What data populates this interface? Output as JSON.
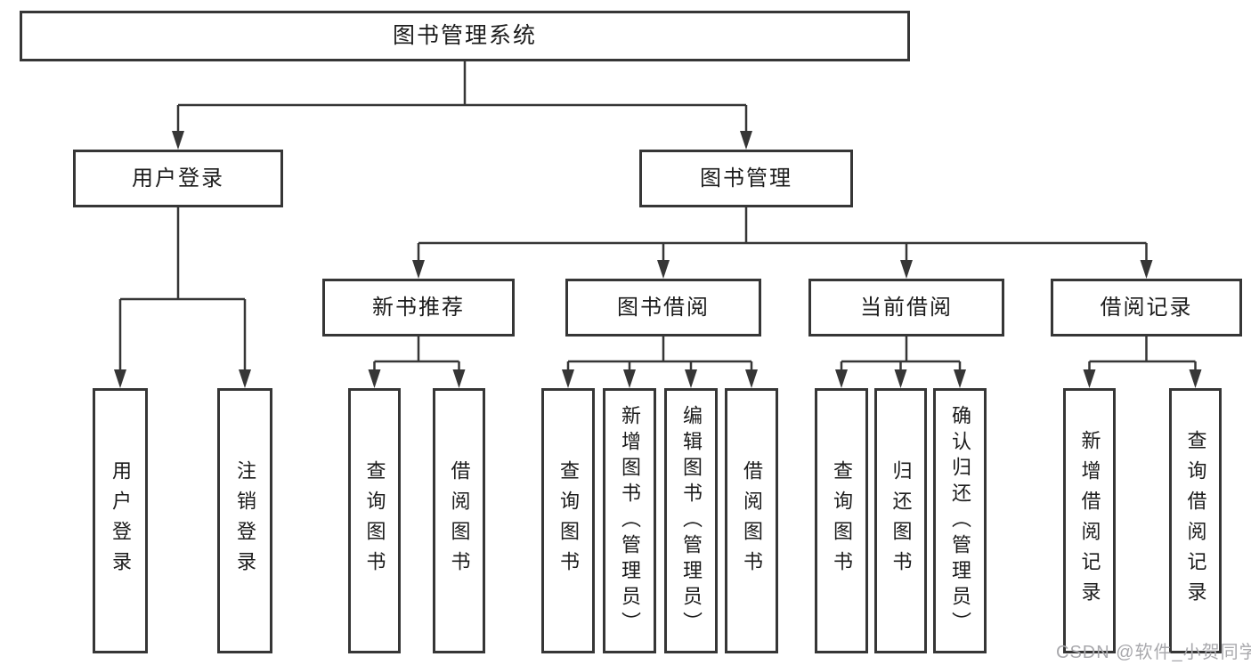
{
  "diagram": {
    "title": "图书管理系统",
    "watermark": "CSDN @软件_小贺同学",
    "colors": {
      "line": "#363636",
      "box_border": "#363636",
      "box_background": "#ffffff",
      "text": "#1c1c1c",
      "watermark": "#a9a9ad"
    },
    "nodes": {
      "root": "图书管理系统",
      "level2": {
        "user_login": "用户登录",
        "book_management": "图书管理"
      },
      "level3": {
        "new_book_recommend": "新书推荐",
        "book_borrow": "图书借阅",
        "current_borrow": "当前借阅",
        "borrow_records": "借阅记录"
      },
      "leaves": {
        "login_user_login": "用户登录",
        "login_logout": "注销登录",
        "recommend_query_book": "查询图书",
        "recommend_borrow_book": "借阅图书",
        "borrow_query_book": "查询图书",
        "borrow_add_book_admin": "新增图书（管理员）",
        "borrow_edit_book_admin": "编辑图书（管理员）",
        "borrow_borrow_book": "借阅图书",
        "current_query_book": "查询图书",
        "current_return_book": "归还图书",
        "current_confirm_return_admin": "确认归还（管理员）",
        "records_add_record": "新增借阅记录",
        "records_query_record": "查询借阅记录"
      }
    }
  }
}
